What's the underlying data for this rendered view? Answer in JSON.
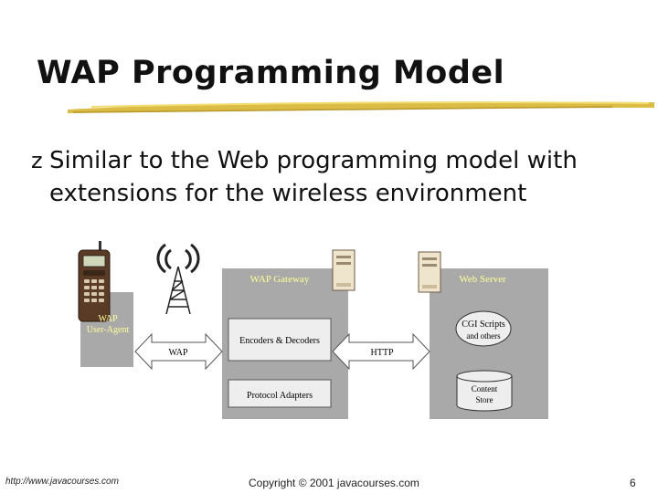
{
  "slide": {
    "title": "WAP Programming Model",
    "bullet_marker": "z",
    "bullet_text": "Similar to the Web programming model with extensions for the wireless environment"
  },
  "diagram": {
    "user_agent_line1": "WAP",
    "user_agent_line2": "User-Agent",
    "gateway_title": "WAP Gateway",
    "encoders": "Encoders & Decoders",
    "adapters": "Protocol Adapters",
    "server_title": "Web Server",
    "cgi_line1": "CGI Scripts",
    "cgi_line2": "and others",
    "content_line1": "Content",
    "content_line2": "Store",
    "wap_arrow": "WAP",
    "http_arrow": "HTTP"
  },
  "footer": {
    "url": "http://www.javacourses.com",
    "copyright": "Copyright © 2001 javacourses.com",
    "page": "6"
  },
  "colors": {
    "panel_gray": "#a9a9a9",
    "label_yellow": "#ffff99",
    "title_underline": "#d9b83a"
  }
}
